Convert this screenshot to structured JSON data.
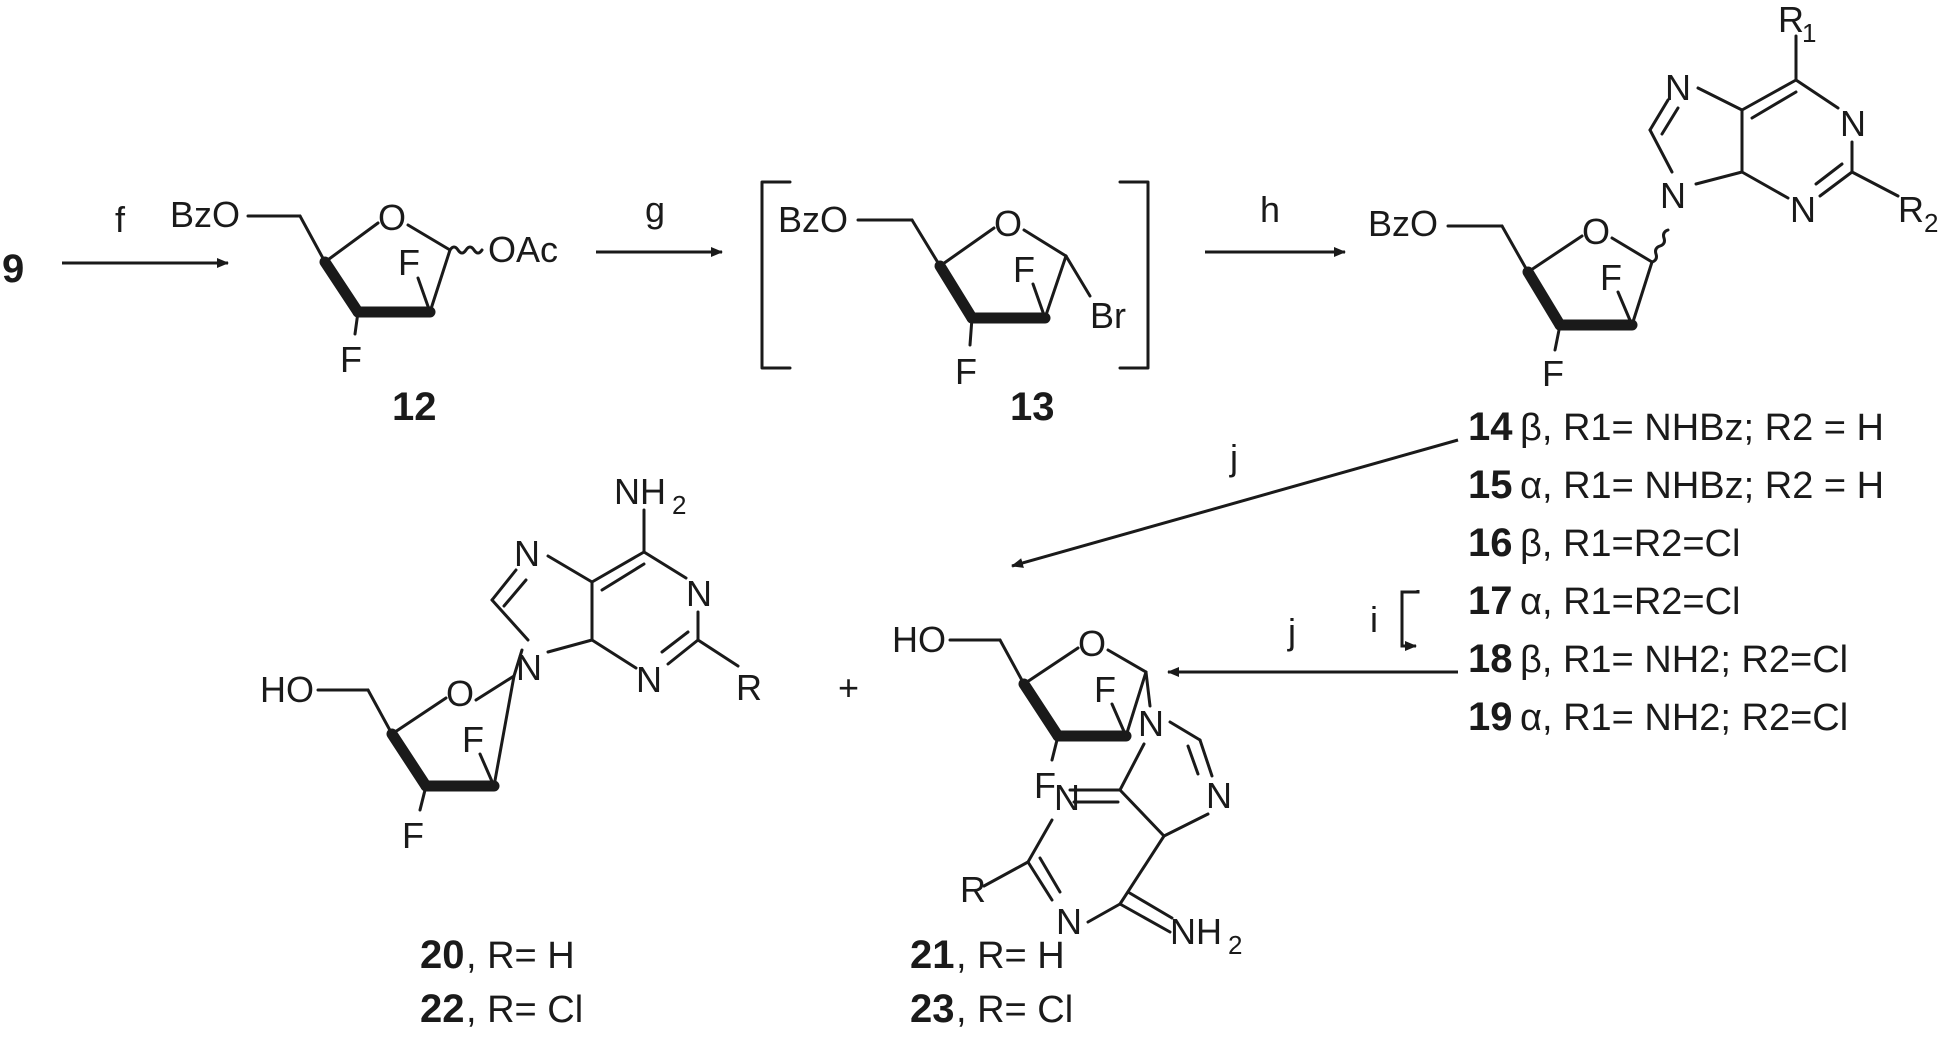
{
  "compounds": {
    "start": "9",
    "c12": "12",
    "c13": "13",
    "c20": "20",
    "c22": "22",
    "c21": "21",
    "c23": "23"
  },
  "reagents": {
    "f": "f",
    "g": "g",
    "h": "h",
    "i": "i",
    "j1": "j",
    "j2": "j"
  },
  "atoms": {
    "bzo": "BzO",
    "o": "O",
    "f": "F",
    "oac": "OAc",
    "br": "Br",
    "n": "N",
    "r1": "R",
    "r2": "R",
    "r": "R",
    "ho": "HO",
    "nh": "NH",
    "sub1": "1",
    "sub2": "2",
    "plus": "+"
  },
  "series": [
    {
      "num": "14",
      "desc": "β, R1= NHBz; R2 = H"
    },
    {
      "num": "15",
      "desc": "α, R1= NHBz; R2 = H"
    },
    {
      "num": "16",
      "desc": "β, R1=R2=Cl"
    },
    {
      "num": "17",
      "desc": "α, R1=R2=Cl"
    },
    {
      "num": "18",
      "desc": "β, R1= NH2; R2=Cl"
    },
    {
      "num": "19",
      "desc": "α, R1= NH2; R2=Cl"
    }
  ],
  "r_values": {
    "c20": ", R= H",
    "c22": ", R= Cl",
    "c21": ",  R= H",
    "c23": ",  R= Cl"
  }
}
